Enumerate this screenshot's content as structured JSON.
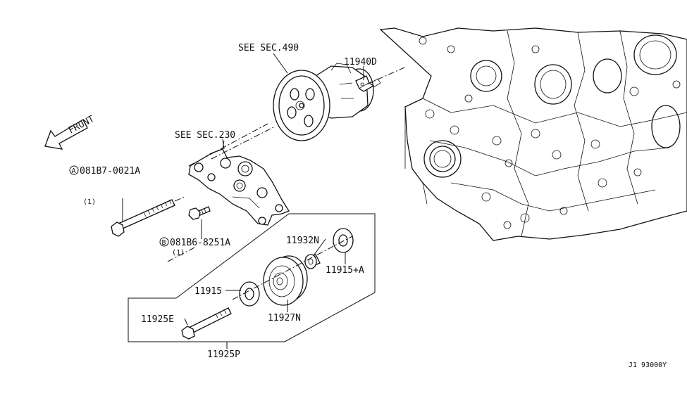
{
  "labels": {
    "see_sec_490": "SEE SEC.490",
    "part_11940d": "11940D",
    "front": "FRONT",
    "see_sec_230": "SEE SEC.230",
    "bolt_a_mark": "A",
    "bolt_a_number": "081B7-0021A",
    "bolt_a_qty": "(1)",
    "bolt_b_mark": "B",
    "bolt_b_number": "081B6-8251A",
    "bolt_b_qty": "(1)",
    "part_11932n": "11932N",
    "part_11915a": "11915+A",
    "part_11915": "11915",
    "part_11927n": "11927N",
    "part_11925e": "11925E",
    "part_11925p": "11925P",
    "diagram_code": "J1 93000Y"
  }
}
